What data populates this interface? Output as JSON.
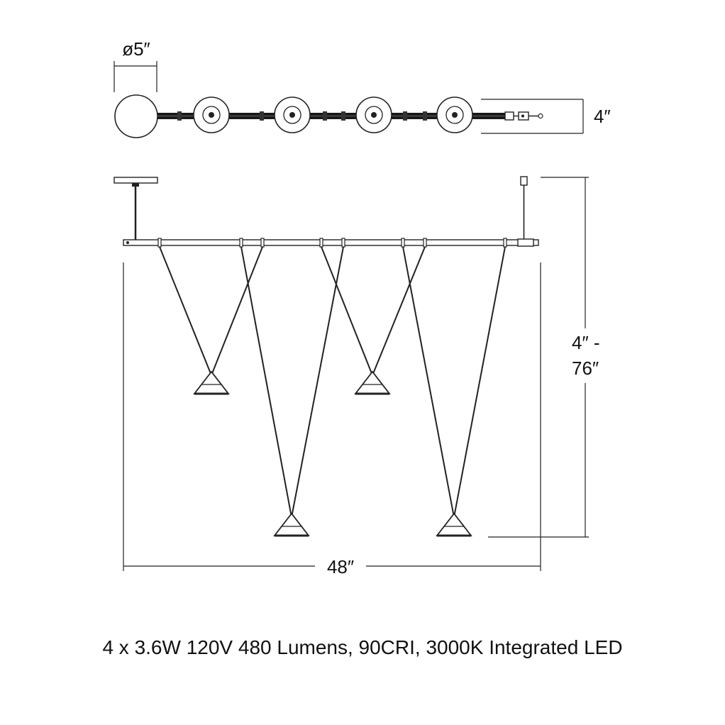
{
  "diagram": {
    "top_view": {
      "canopy_diameter_label": "ø5″",
      "depth_label": "4″",
      "pendant_count": 4
    },
    "side_view": {
      "height_label_line1": "4″ -",
      "height_label_line2": "76″",
      "width_label": "48″"
    },
    "caption": "4 x 3.6W 120V 480 Lumens, 90CRI, 3000K Integrated LED"
  }
}
